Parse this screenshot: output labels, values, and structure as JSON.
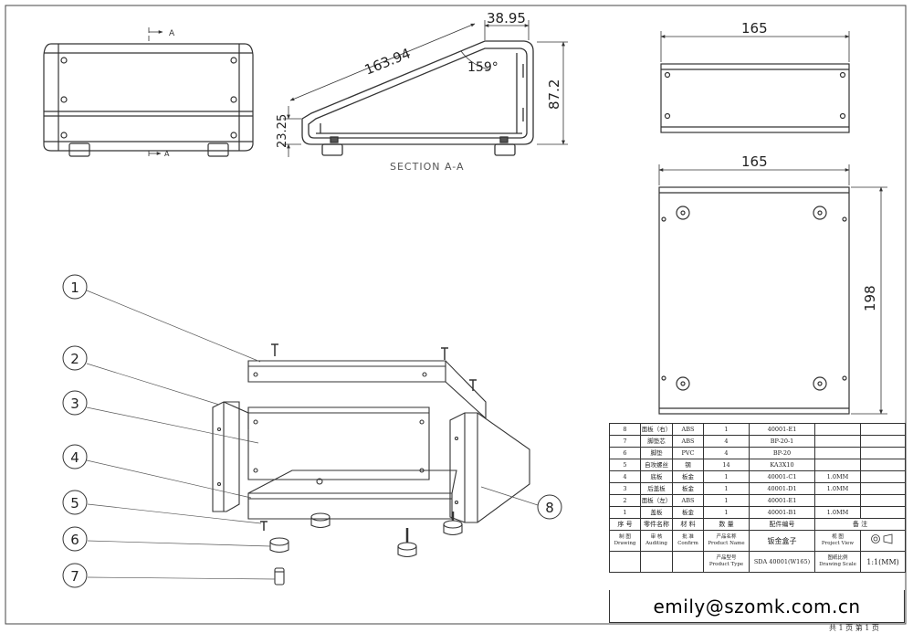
{
  "front_view": {
    "section_mark_top": "A",
    "section_mark_bottom": "A"
  },
  "section_view": {
    "caption": "SECTION A-A",
    "dim_top": "38.95",
    "dim_slope": "163.94",
    "dim_angle": "159°",
    "dim_height": "87.2",
    "dim_front_height": "23.25"
  },
  "top_view": {
    "dim_width": "165"
  },
  "plan_view": {
    "dim_width": "165",
    "dim_height": "198"
  },
  "balloons": [
    "1",
    "2",
    "3",
    "4",
    "5",
    "6",
    "7",
    "8"
  ],
  "bom": {
    "rows": [
      {
        "no": "8",
        "name": "面板（右）",
        "material": "ABS",
        "qty": "1",
        "part_no": "40001-E1",
        "note": ""
      },
      {
        "no": "7",
        "name": "脚垫芯",
        "material": "ABS",
        "qty": "4",
        "part_no": "BP-20-1",
        "note": ""
      },
      {
        "no": "6",
        "name": "脚垫",
        "material": "PVC",
        "qty": "4",
        "part_no": "BP-20",
        "note": ""
      },
      {
        "no": "5",
        "name": "自攻螺丝",
        "material": "钢",
        "qty": "14",
        "part_no": "KA3X10",
        "note": ""
      },
      {
        "no": "4",
        "name": "底板",
        "material": "板金",
        "qty": "1",
        "part_no": "40001-C1",
        "note": "1.0MM"
      },
      {
        "no": "3",
        "name": "后盖板",
        "material": "板金",
        "qty": "1",
        "part_no": "40001-D1",
        "note": "1.0MM"
      },
      {
        "no": "2",
        "name": "面板（左）",
        "material": "ABS",
        "qty": "1",
        "part_no": "40001-E1",
        "note": ""
      },
      {
        "no": "1",
        "name": "盖板",
        "material": "板金",
        "qty": "1",
        "part_no": "40001-B1",
        "note": "1.0MM"
      }
    ],
    "header": {
      "no": "序 号",
      "name": "零件名称",
      "material": "材 料",
      "qty": "数 量",
      "part_no": "配件编号",
      "note": "备 注"
    },
    "drawing_cn": "制 图",
    "drawing_en": "Drawing",
    "auditing_cn": "审 核",
    "auditing_en": "Auditing",
    "confirm_cn": "批 准",
    "confirm_en": "Confirm",
    "product_name_cn": "产品名称",
    "product_name_en": "Product Name",
    "product_name_value": "钣金盒子",
    "project_view_cn": "视 图",
    "project_view_en": "Project View",
    "product_type_cn": "产品型号",
    "product_type_en": "Product Type",
    "product_type_value": "SDA 40001(W165)",
    "scale_cn": "图纸比例",
    "scale_en": "Drawing Scale",
    "scale_value": "1:1(MM)"
  },
  "email": "emily@szomk.com.cn",
  "page_footer": "共 1 页  第 1 页"
}
